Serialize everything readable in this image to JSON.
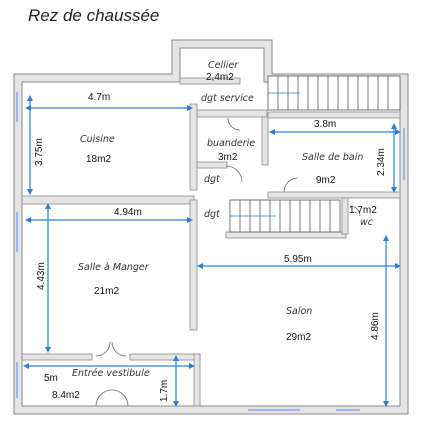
{
  "plan": {
    "title": "Rez de chaussée",
    "colors": {
      "wall": "#8a8a8a",
      "wall_fill": "#e4e4e4",
      "dimension": "#2a7fd0",
      "floor": "#ffffff",
      "window": "#9fb4e8"
    },
    "rooms": {
      "cellier": {
        "name": "Cellier",
        "area": "2,4m2"
      },
      "dgt_service": {
        "name": "dgt service"
      },
      "cuisine": {
        "name": "Cuisine",
        "area": "18m2"
      },
      "buanderie": {
        "name": "buanderie",
        "area": "3m2"
      },
      "salle_de_bain": {
        "name": "Salle de bain",
        "area": "9m2"
      },
      "dgt_top": {
        "name": "dgt"
      },
      "dgt_mid": {
        "name": "dgt"
      },
      "wc": {
        "name": "wc",
        "area": "1.7m2"
      },
      "salle_a_manger": {
        "name": "Salle à Manger",
        "area": "21m2"
      },
      "salon": {
        "name": "Salon",
        "area": "29m2"
      },
      "entree": {
        "name": "Entrée vestibule",
        "area": "8.4m2"
      }
    },
    "dimensions": {
      "cuisine_width": "4.7m",
      "cuisine_height": "3.75m",
      "bath_width": "3.8m",
      "bath_height": "2.34m",
      "sam_width": "4.94m",
      "sam_height": "4.43m",
      "salon_width": "5.95m",
      "salon_height": "4.86m",
      "entree_width": "5m",
      "entree_height": "1.7m"
    }
  }
}
